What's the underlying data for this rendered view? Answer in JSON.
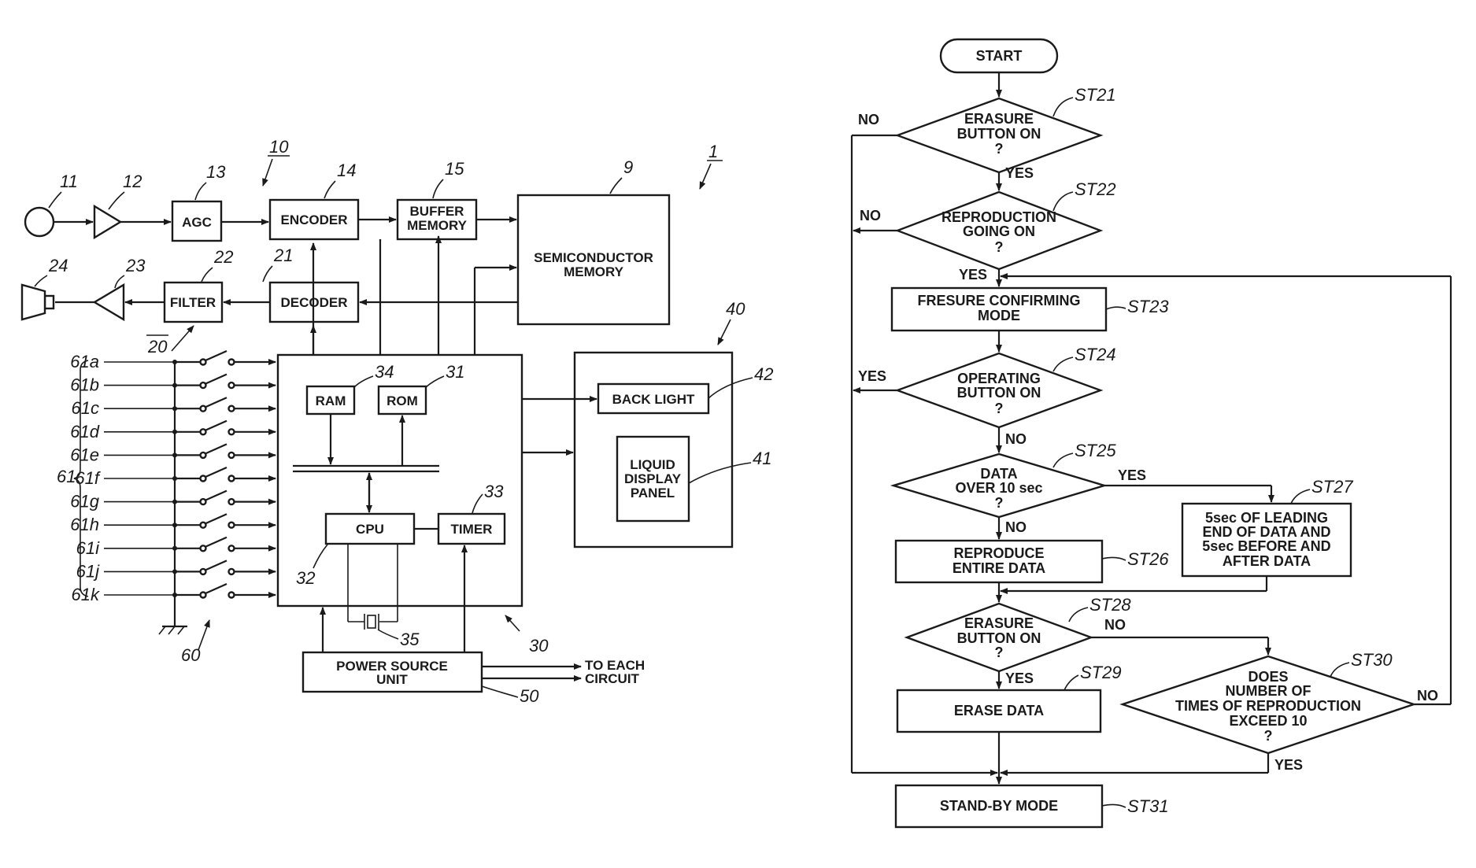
{
  "block_diagram": {
    "blocks": {
      "agc": "AGC",
      "encoder": "ENCODER",
      "buffer_memory": [
        "BUFFER",
        "MEMORY"
      ],
      "semiconductor_memory": [
        "SEMICONDUCTOR",
        "MEMORY"
      ],
      "filter": "FILTER",
      "decoder": "DECODER",
      "ram": "RAM",
      "rom": "ROM",
      "cpu": "CPU",
      "timer": "TIMER",
      "back_light": "BACK LIGHT",
      "liquid_display_panel": [
        "LIQUID",
        "DISPLAY",
        "PANEL"
      ],
      "power_source_unit": [
        "POWER SOURCE",
        "UNIT"
      ],
      "to_each_circuit": [
        "TO EACH",
        "CIRCUIT"
      ]
    },
    "refs": {
      "mic": "11",
      "amp_in": "12",
      "agc": "13",
      "encoder": "14",
      "buffer": "15",
      "memory": "9",
      "device": "1",
      "recording": "10",
      "speaker": "24",
      "amp_out": "23",
      "filter": "22",
      "decoder": "21",
      "playback": "20",
      "display_unit": "40",
      "back_light": "42",
      "lcd": "41",
      "ram": "34",
      "rom": "31",
      "timer": "33",
      "cpu": "32",
      "crystal": "35",
      "controller": "30",
      "power": "50",
      "switches": "60",
      "switch_group": "61"
    },
    "switch_labels": [
      "61a",
      "61b",
      "61c",
      "61d",
      "61e",
      "61f",
      "61g",
      "61h",
      "61i",
      "61j",
      "61k"
    ]
  },
  "flowchart": {
    "start": "START",
    "steps": {
      "st21": {
        "ref": "ST21",
        "lines": [
          "ERASURE",
          "BUTTON ON",
          "?"
        ]
      },
      "st22": {
        "ref": "ST22",
        "lines": [
          "REPRODUCTION",
          "GOING ON",
          "?"
        ]
      },
      "st23": {
        "ref": "ST23",
        "lines": [
          "FRESURE CONFIRMING",
          "MODE"
        ]
      },
      "st24": {
        "ref": "ST24",
        "lines": [
          "OPERATING",
          "BUTTON ON",
          "?"
        ]
      },
      "st25": {
        "ref": "ST25",
        "lines": [
          "DATA",
          "OVER 10 sec",
          "?"
        ]
      },
      "st26": {
        "ref": "ST26",
        "lines": [
          "REPRODUCE",
          "ENTIRE DATA"
        ]
      },
      "st27": {
        "ref": "ST27",
        "lines": [
          "5sec OF LEADING",
          "END OF DATA AND",
          "5sec BEFORE AND",
          "AFTER DATA"
        ]
      },
      "st28": {
        "ref": "ST28",
        "lines": [
          "ERASURE",
          "BUTTON ON",
          "?"
        ]
      },
      "st29": {
        "ref": "ST29",
        "lines": [
          "ERASE DATA"
        ]
      },
      "st30": {
        "ref": "ST30",
        "lines": [
          "DOES",
          "NUMBER OF",
          "TIMES OF REPRODUCTION",
          "EXCEED 10",
          "?"
        ]
      },
      "st31": {
        "ref": "ST31",
        "lines": [
          "STAND-BY MODE"
        ]
      }
    },
    "branches": {
      "yes": "YES",
      "no": "NO"
    }
  }
}
